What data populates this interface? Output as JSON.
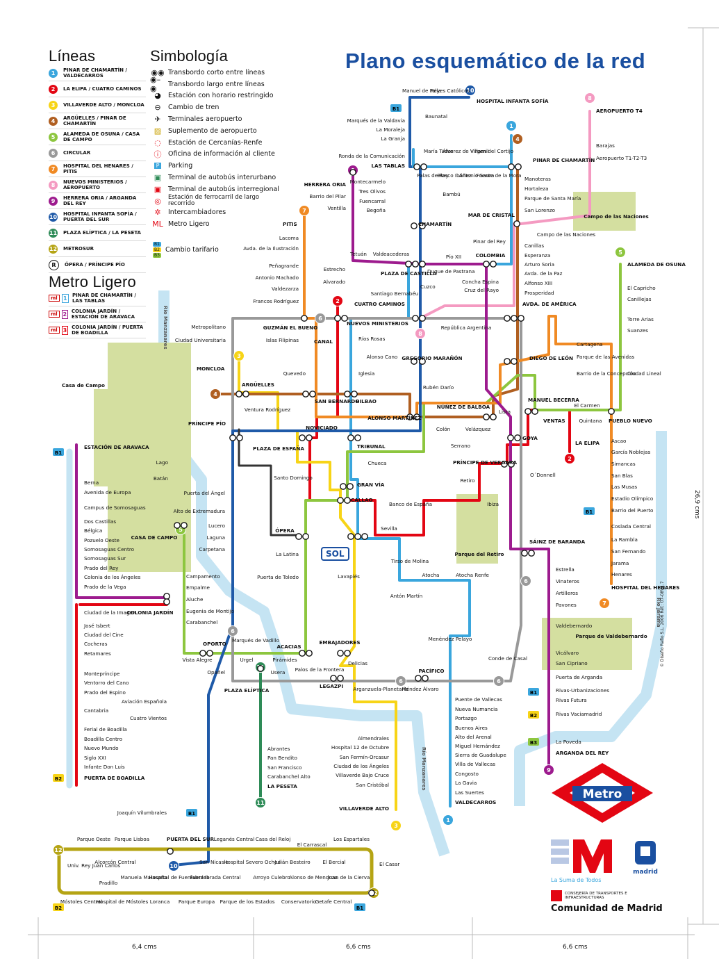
{
  "title": "Plano esquemático de la red",
  "legend": {
    "lines_heading": "Líneas",
    "lines": [
      {
        "num": "1",
        "color": "#3aa6dd",
        "text": "PINAR DE CHAMARTÍN / VALDECARROS"
      },
      {
        "num": "2",
        "color": "#e30613",
        "text": "LA ELIPA / CUATRO CAMINOS"
      },
      {
        "num": "3",
        "color": "#f7d417",
        "text": "VILLAVERDE ALTO / MONCLOA"
      },
      {
        "num": "4",
        "color": "#b05f21",
        "text": "ARGÜELLES / PINAR DE CHAMARTÍN"
      },
      {
        "num": "5",
        "color": "#8dc63f",
        "text": "ALAMEDA DE OSUNA / CASA DE CAMPO"
      },
      {
        "num": "6",
        "color": "#999999",
        "text": "CIRCULAR"
      },
      {
        "num": "7",
        "color": "#f08a24",
        "text": "HOSPITAL DEL HENARES / PITIS"
      },
      {
        "num": "8",
        "color": "#f49ac1",
        "text": "NUEVOS MINISTERIOS / AEROPUERTO"
      },
      {
        "num": "9",
        "color": "#9d1b8e",
        "text": "HERRERA ORIA / ARGANDA DEL REY"
      },
      {
        "num": "10",
        "color": "#1f5aa8",
        "text": "HOSPITAL INFANTA SOFÍA / PUERTA DEL SUR"
      },
      {
        "num": "11",
        "color": "#2e8b57",
        "text": "PLAZA ELÍPTICA / LA PESETA"
      },
      {
        "num": "12",
        "color": "#b5a414",
        "text": "METROSUR"
      },
      {
        "num": "R",
        "color": "#ffffff",
        "text": "ÓPERA / PRÍNCIPE PÍO"
      }
    ],
    "symbols_heading": "Simbología",
    "symbols": [
      {
        "icon": "short-transfer-icon",
        "glyph": "◉◉",
        "text": "Transbordo corto entre líneas"
      },
      {
        "icon": "long-transfer-icon",
        "glyph": "◉–◉",
        "text": "Transbordo largo entre líneas"
      },
      {
        "icon": "restricted-hours-icon",
        "glyph": "◕",
        "text": "Estación con horario restringido"
      },
      {
        "icon": "train-change-icon",
        "glyph": "⊖",
        "text": "Cambio de tren"
      },
      {
        "icon": "airport-terminal-icon",
        "glyph": "✈",
        "text": "Terminales aeropuerto"
      },
      {
        "icon": "airport-supplement-icon",
        "glyph": "▨",
        "text": "Suplemento de aeropuerto"
      },
      {
        "icon": "cercanias-icon",
        "glyph": "◌",
        "text": "Estación de Cercanías-Renfe"
      },
      {
        "icon": "info-office-icon",
        "glyph": "ⓘ",
        "text": "Oficina de información al cliente"
      },
      {
        "icon": "parking-icon",
        "glyph": "P",
        "text": "Parking"
      },
      {
        "icon": "interurban-bus-icon",
        "glyph": "▣",
        "text": "Terminal de autobús interurbano"
      },
      {
        "icon": "interregional-bus-icon",
        "glyph": "▣",
        "text": "Terminal de autobús interregional"
      },
      {
        "icon": "long-distance-rail-icon",
        "glyph": "◎",
        "text": "Estación de ferrocarril de largo recorrido"
      },
      {
        "icon": "interchange-icon",
        "glyph": "✲",
        "text": "Intercambiadores"
      },
      {
        "icon": "light-rail-icon",
        "glyph": "ML",
        "text": "Metro Ligero"
      }
    ],
    "fare_change": {
      "tags": [
        "B1",
        "B2",
        "B3"
      ],
      "text": "Cambio tarifario"
    },
    "metro_ligero_heading": "Metro Ligero",
    "metro_ligero": [
      {
        "num": "1",
        "color": "#3aa6dd",
        "text": "PINAR DE CHAMARTÍN / LAS TABLAS"
      },
      {
        "num": "2",
        "color": "#9d1b8e",
        "text": "COLONIA JARDÍN / ESTACIÓN DE ARAVACA"
      },
      {
        "num": "3",
        "color": "#e30613",
        "text": "COLONIA JARDÍN / PUERTA DE BOADILLA"
      }
    ]
  },
  "stations": {
    "hospital_infanta_sofia": "HOSPITAL INFANTA SOFÍA",
    "manuel_de_falla": "Manuel de Falla",
    "reyes_catolicos": "Reyes Católicos",
    "baunatal": "Baunatal",
    "marques_valdavia": "Marqués de la Valdavia",
    "la_moraleja": "La Moraleja",
    "la_granja": "La Granja",
    "ronda_comunicacion": "Ronda de la Comunicación",
    "las_tablas": "LAS TABLAS",
    "maria_tudor": "María Tudor",
    "alvarez_villamil": "Álvarez de Villamil",
    "virgen_cortijo": "Virgen del Cortijo",
    "pinar_chamartin": "PINAR DE CHAMARTÍN",
    "palas_rey": "Palas de Rey",
    "blasco_ibanez": "Blasco Ibáñez",
    "antonio_saura": "Antonio Saura",
    "fuente_mora": "Fuente de la Mora",
    "herrera_oria": "HERRERA ORIA",
    "montecarmelo": "Montecarmelo",
    "tres_olivos": "Tres Olivos",
    "fuencarral": "Fuencarral",
    "begona": "Begoña",
    "barrio_pilar": "Barrio del Pilar",
    "ventilla": "Ventilla",
    "bambu": "Bambú",
    "chamartin": "CHAMARTÍN",
    "mar_cristal": "MAR DE CRISTAL",
    "manoteras": "Manoteras",
    "hortaleza": "Hortaleza",
    "parque_santa_maria": "Parque de Santa María",
    "san_lorenzo": "San Lorenzo",
    "aeropuerto_t4": "AEROPUERTO T4",
    "barajas": "Barajas",
    "aeropuerto_t123": "Aeropuerto T1-T2-T3",
    "campo_naciones_park": "Campo de las Naciones",
    "campo_naciones": "Campo de las Naciones",
    "pitis": "PITIS",
    "lacoma": "Lacoma",
    "avda_ilustracion": "Avda. de la Ilustración",
    "penagrande": "Peñagrande",
    "antonio_machado": "Antonio Machado",
    "valdezarza": "Valdezarza",
    "francos_rodriguez": "Francos Rodríguez",
    "tetuan": "Tetuán",
    "valdeacederas": "Valdeacederas",
    "plaza_castilla": "PLAZA DE CASTILLA",
    "pio_xii": "Pío XII",
    "colombia": "COLOMBIA",
    "duque_pastrana": "Duque de Pastrana",
    "pinar_del_rey": "Pinar del Rey",
    "canillas": "Canillas",
    "esperanza": "Esperanza",
    "arturo_soria": "Arturo Soria",
    "avda_paz": "Avda. de la Paz",
    "alfonso_xiii": "Alfonso XIII",
    "prosperidad": "Prosperidad",
    "estrecho": "Estrecho",
    "alvarado": "Alvarado",
    "cuzco": "Cuzco",
    "concha_espina": "Concha Espina",
    "cruz_rayo": "Cruz del Rayo",
    "santiago_bernabeu": "Santiago Bernabéu",
    "cuatro_caminos": "CUATRO CAMINOS",
    "nuevos_ministerios": "NUEVOS MINISTERIOS",
    "avda_america": "AVDA. DE AMÉRICA",
    "alameda_osuna": "ALAMEDA DE OSUNA",
    "el_capricho": "El Capricho",
    "canillejas": "Canillejas",
    "torre_arias": "Torre Arias",
    "suanzes": "Suanzes",
    "metropolitano": "Metropolitano",
    "ciudad_universitaria": "Ciudad Universitaria",
    "guzman_bueno": "GUZMÁN EL BUENO",
    "islas_filipinas": "Islas Filipinas",
    "canal": "CANAL",
    "rios_rosas": "Ríos Rosas",
    "republica_argentina": "República Argentina",
    "gregorio_maranon": "GREGORIO MARAÑÓN",
    "alonso_cano": "Alonso Cano",
    "diego_leon": "DIEGO DE LEÓN",
    "cartagena": "Cartagena",
    "parque_avenidas": "Parque de las Avenidas",
    "barrio_concepcion": "Barrio de la Concepción",
    "ciudad_lineal": "Ciudad Lineal",
    "moncloa": "MONCLOA",
    "quevedo": "Quevedo",
    "iglesia": "Iglesia",
    "arguelles": "ARGÜELLES",
    "san_bernardo": "SAN BERNARDO",
    "bilbao": "BILBAO",
    "ruben_dario": "Rubén Darío",
    "manuel_becerra": "MANUEL BECERRA",
    "el_carmen": "El Carmen",
    "ventas": "VENTAS",
    "quintana": "Quintana",
    "pueblo_nuevo": "PUEBLO NUEVO",
    "ventura_rodriguez": "Ventura Rodríguez",
    "alonso_martinez": "ALONSO MARTÍNEZ",
    "nunez_balboa": "NÚÑEZ DE BALBOA",
    "lista": "Lista",
    "principe_pio": "PRÍNCIPE PÍO",
    "noviciado": "NOVICIADO",
    "tribunal": "TRIBUNAL",
    "colon": "Colón",
    "velazquez": "Velázquez",
    "goya": "GOYA",
    "la_elipa": "LA ELIPA",
    "ascao": "Ascao",
    "garcia_noblejas": "García Noblejas",
    "simancas": "Simancas",
    "san_blas": "San Blas",
    "las_musas": "Las Musas",
    "estadio_olimpico": "Estadio Olímpico",
    "plaza_espana": "PLAZA DE ESPAÑA",
    "serrano": "Serrano",
    "chueca": "Chueca",
    "principe_vergara": "PRÍNCIPE DE VERGARA",
    "lago": "Lago",
    "batan": "Batán",
    "santo_domingo": "Santo Domingo",
    "gran_via": "GRAN VÍA",
    "callao": "CALLAO",
    "retiro": "Retiro",
    "odonnell": "O´Donnell",
    "estacion_aravaca": "ESTACIÓN DE ARAVACA",
    "banco_espana": "Banco de España",
    "ibiza": "Ibiza",
    "berna": "Berna",
    "avenida_europa": "Avenida de Europa",
    "campus_somosaguas": "Campus de Somosaguas",
    "dos_castillas": "Dos Castillas",
    "belgica": "Bélgica",
    "pozuelo_oeste": "Pozuelo Oeste",
    "somosaguas_centro": "Somosaguas Centro",
    "somosaguas_sur": "Somosaguas Sur",
    "prado_rey": "Prado del Rey",
    "colonia_angeles": "Colonia de los Ángeles",
    "prado_vega": "Prado de la Vega",
    "casa_campo_park": "Casa de Campo",
    "casa_campo": "CASA DE CAMPO",
    "puerta_angel": "Puerta del Ángel",
    "alto_extremadura": "Alto de Extremadura",
    "lucero": "Lucero",
    "laguna": "Laguna",
    "carpetana": "Carpetana",
    "opera": "ÓPERA",
    "sol": "SOL",
    "sevilla": "Sevilla",
    "parque_retiro": "Parque del Retiro",
    "sainz_baranda": "SÁINZ DE BARANDA",
    "barrio_puerto": "Barrio del Puerto",
    "coslada_central": "Coslada Central",
    "la_rambla": "La Rambla",
    "san_fernando": "San Fernando",
    "jarama": "Jarama",
    "henares": "Henares",
    "hospital_henares": "HOSPITAL DEL HENARES",
    "la_latina": "La Latina",
    "tirso_molina": "Tirso de Molina",
    "puerta_toledo": "Puerta de Toledo",
    "lavapies": "Lavapiés",
    "anton_martin": "Antón Martín",
    "atocha": "Atocha",
    "atocha_renfe": "Atocha Renfe",
    "estrella": "Estrella",
    "vinateros": "Vinateros",
    "artilleros": "Artilleros",
    "pavones": "Pavones",
    "ciudad_imagen": "Ciudad de la Imagen",
    "jose_isbert": "José Isbert",
    "ciudad_cine": "Ciudad del Cine",
    "cocheras": "Cocheras",
    "retamares": "Retamares",
    "colonia_jardin": "COLONIA JARDÍN",
    "campamento": "Campamento",
    "empalme": "Empalme",
    "aluche": "Aluche",
    "eugenia_montijo": "Eugenia de Montijo",
    "carabanchel": "Carabanchel",
    "valdebernardo": "Valdebernardo",
    "parque_valdebernardo": "Parque de Valdebernardo",
    "vicalvaro": "Vicálvaro",
    "san_cipriano": "San Cipriano",
    "puerta_arganda": "Puerta de Arganda",
    "rivas_urbanizaciones": "Rivas-Urbanizaciones",
    "rivas_futura": "Rivas Futura",
    "rivas_vaciamadrid": "Rivas Vaciamadrid",
    "la_poveda": "La Poveda",
    "arganda_rey": "ARGANDA DEL REY",
    "oporto": "OPORTO",
    "marques_vadillo": "Marqués de Vadillo",
    "acacias": "ACACIAS",
    "embajadores": "EMBAJADORES",
    "menendez_pelayo": "Menéndez Pelayo",
    "vista_alegre": "Vista Alegre",
    "urgel": "Urgel",
    "piramides": "Pirámides",
    "palos_frontera": "Palos de la Frontera",
    "delicias": "Delicias",
    "conde_casal": "Conde de Casal",
    "pacifico": "PACÍFICO",
    "opanel": "Opañel",
    "usera": "Usera",
    "legazpi": "LEGAZPI",
    "arganzuela_planetario": "Arganzuela-Planetario",
    "mendez_alvaro": "Méndez Álvaro",
    "plaza_eliptica": "PLAZA ELÍPTICA",
    "puente_vallecas": "Puente de Vallecas",
    "nueva_numancia": "Nueva Numancia",
    "portazgo": "Portazgo",
    "buenos_aires": "Buenos Aires",
    "alto_arenal": "Alto del Arenal",
    "miguel_hernandez": "Miguel Hernández",
    "sierra_guadalupe": "Sierra de Guadalupe",
    "villa_vallecas": "Villa de Vallecas",
    "congosto": "Congosto",
    "la_gavia": "La Gavia",
    "las_suertes": "Las Suertes",
    "valdecarros": "VALDECARROS",
    "montepríncipe": "Montepríncipe",
    "ventorro_cano": "Ventorro del Cano",
    "prado_espino": "Prado del Espino",
    "cantabria": "Cantabria",
    "ferial_boadilla": "Ferial de Boadilla",
    "boadilla_centro": "Boadilla Centro",
    "nuevo_mundo": "Nuevo Mundo",
    "siglo_xxi": "Siglo XXI",
    "infante_don_luis": "Infante Don Luis",
    "puerta_boadilla": "PUERTA DE BOADILLA",
    "aviacion_espanola": "Aviación Española",
    "cuatro_vientos": "Cuatro Vientos",
    "abrantes": "Abrantes",
    "pan_bendito": "Pan Bendito",
    "san_francisco": "San Francisco",
    "carabanchel_alto": "Carabanchel Alto",
    "la_peseta": "LA PESETA",
    "almendrales": "Almendrales",
    "hospital_12_octubre": "Hospital 12 de Octubre",
    "san_fermin_orcasur": "San Fermín-Orcasur",
    "ciudad_angeles": "Ciudad de los Ángeles",
    "villaverde_bajo_cruce": "Villaverde Bajo Cruce",
    "san_cristobal": "San Cristóbal",
    "villaverde_alto": "VILLAVERDE ALTO",
    "joaquin_vilumbrales": "Joaquín Vilumbrales",
    "puerta_sur": "PUERTA DEL SUR",
    "parque_oeste": "Parque Oeste",
    "parque_lisboa": "Parque Lisboa",
    "leganes_central": "Leganés Central",
    "casa_reloj": "Casa del Reloj",
    "el_carrascal": "El Carrascal",
    "los_espartales": "Los Espartales",
    "univ_rey_juan_carlos": "Univ. Rey Juan Carlos",
    "alcorcon_central": "Alcorcón Central",
    "san_nicasio": "San Nicasio",
    "hospital_severo_ochoa": "Hospital Severo Ochoa",
    "julian_besteiro": "Julián Besteiro",
    "el_bercial": "El Bercial",
    "el_casar": "El Casar",
    "parque_europa": "Parque Europa",
    "manuela_malasana": "Manuela Malasaña",
    "hospital_fuenlabrada": "Hospital de Fuenlabrada",
    "fuenlabrada_central": "Fuenlabrada Central",
    "arroyo_culebro": "Arroyo Culebro",
    "alonso_mendoza": "Alonso de Mendoza",
    "juan_cierva": "Juan de la Cierva",
    "mostoles_central": "Móstoles Central",
    "hospital_mostoles": "Hospital de Móstoles",
    "pradillo": "Pradillo",
    "loranca": "Loranca",
    "parque_estados": "Parque de los Estados",
    "conservatorio": "Conservatorio",
    "getafe_central": "Getafe Central",
    "rio_manzanares": "Río Manzanares",
    "rio_jarama": "Río Jarama"
  },
  "fare_tags": {
    "b1": "B1",
    "b2": "B2",
    "b3": "B3"
  },
  "brand": {
    "metro_logo_text": "Metro",
    "suma_text": "La Suma de Todos",
    "madrid_text": "madrid",
    "consejeria_text": "CONSEJERÍA DE TRANSPORTES E INFRAESTRUCTURAS",
    "comunidad_text": "Comunidad de Madrid"
  },
  "credit": "© Diseño Rafio S.L. 2006 Ref.: 07-08V1.7",
  "dims": {
    "right": "26,9 cms",
    "b1": "6,4 cms",
    "b2": "6,6 cms",
    "b3": "6,6 cms"
  },
  "colors": {
    "title": "#1a4fa0",
    "line1": "#3aa6dd",
    "line2": "#e30613",
    "line3": "#f7d417",
    "line4": "#b05f21",
    "line5": "#8dc63f",
    "line6": "#999999",
    "line7": "#f08a24",
    "line8": "#f49ac1",
    "line9": "#9d1b8e",
    "line10": "#1f5aa8",
    "line11": "#2e8b57",
    "line12": "#b5a414",
    "park": "#d4dfa0",
    "river": "#c5e4f3"
  }
}
